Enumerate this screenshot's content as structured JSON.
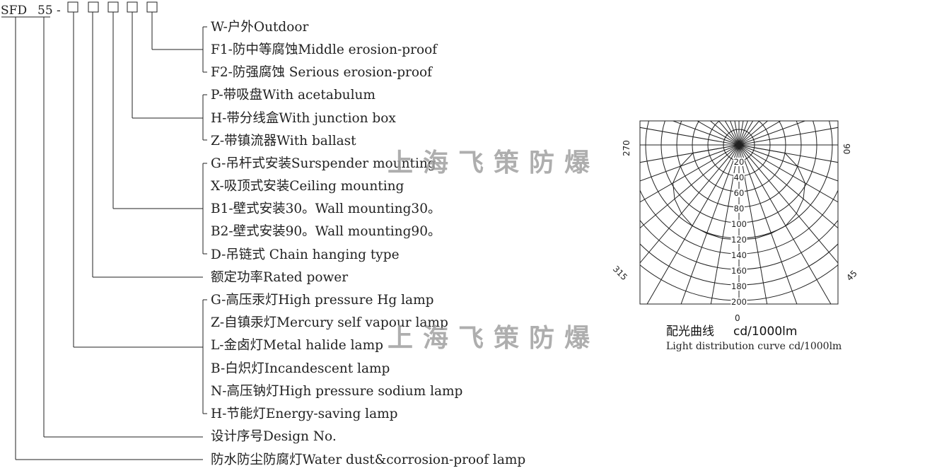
{
  "model_code": {
    "prefix": "SFD",
    "number": "55",
    "dash": "-",
    "slots": 5
  },
  "options": [
    "W-户外Outdoor",
    "F1-防中等腐蚀Middle erosion-proof",
    "F2-防强腐蚀 Serious erosion-proof",
    "P-带吸盘With acetabulum",
    "H-带分线盒With junction box",
    "Z-带镇流器With ballast",
    "G-吊杆式安装Surspender mounting",
    "X-吸顶式安装Ceiling mounting",
    "B1-壁式安装30。Wall mounting30。",
    "B2-壁式安装90。Wall mounting90。",
    "D-吊链式 Chain hanging type",
    "额定功率Rated power",
    "G-高压汞灯High pressure Hg lamp",
    "Z-自镇汞灯Mercury self vapour lamp",
    "L-金卤灯Metal halide lamp",
    "B-白炽灯Incandescent lamp",
    "N-高压钠灯High pressure sodium lamp",
    "H-节能灯Energy-saving lamp",
    "设计序号Design No.",
    "防水防尘防腐灯Water dust&corrosion-proof lamp"
  ],
  "watermark": [
    "上海飞策防爆",
    "上海飞策防爆"
  ],
  "polar_chart": {
    "radial_ticks": [
      "20",
      "40",
      "60",
      "80",
      "100",
      "120",
      "140",
      "160",
      "180",
      "200"
    ],
    "angle_labels": {
      "top_left": "270",
      "top_right": "90",
      "bottom_left": "315",
      "bottom_right": "45",
      "bottom": "0"
    },
    "caption_cn": "配光曲线",
    "caption_unit": "cd/1000lm",
    "caption_en": "Light distribution curve cd/1000lm"
  },
  "chart_data": {
    "type": "polar",
    "r_ticks": [
      20,
      40,
      60,
      80,
      100,
      120,
      140,
      160,
      180,
      200
    ],
    "r_max": 200,
    "angle_step_deg": 10,
    "curve": {
      "angles_deg": [
        0,
        10,
        20,
        30,
        40,
        50,
        60,
        70,
        80,
        90
      ],
      "values": [
        122,
        122,
        121,
        120,
        115,
        108,
        98,
        80,
        60,
        0
      ]
    }
  }
}
